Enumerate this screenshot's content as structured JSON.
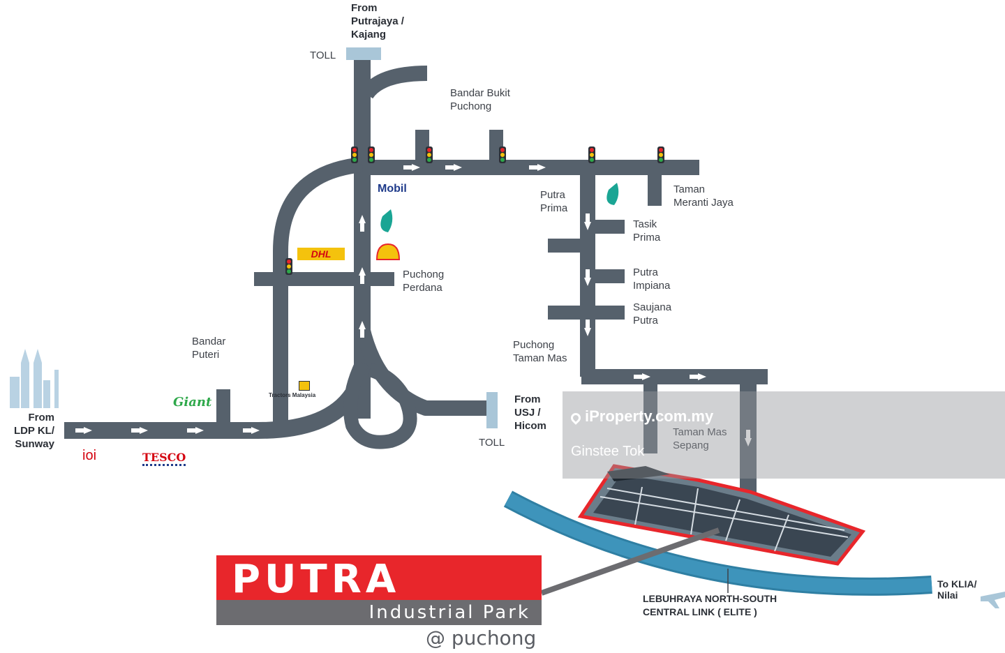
{
  "labels": {
    "from_north": "From\nPutrajaya /\nKajang",
    "toll_north": "TOLL",
    "bandar_bukit_puchong": "Bandar Bukit\nPuchong",
    "putra_prima": "Putra\nPrima",
    "taman_meranti_jaya": "Taman\nMeranti Jaya",
    "tasik_prima": "Tasik\nPrima",
    "putra_impiana": "Putra\nImpiana",
    "saujana_putra": "Saujana\nPutra",
    "puchong_perdana": "Puchong\nPerdana",
    "puchong_taman_mas": "Puchong\nTaman Mas",
    "bandar_puteri": "Bandar\nPuteri",
    "from_west": "From\nLDP KL/\nSunway",
    "from_usj": "From\nUSJ /\nHicom",
    "toll_east": "TOLL",
    "taman_mas_sepang": "Taman Mas\nSepang",
    "to_klia": "To KLIA/\nNilai",
    "expressway": "LEBUHRAYA NORTH-SOUTH\nCENTRAL LINK ( ELITE )"
  },
  "brands": {
    "mobil": "Mobil",
    "dhl": "DHL",
    "giant": "Giant",
    "tesco": "TESCO",
    "ioi": "ioi",
    "tractors": "Tractors Malaysia"
  },
  "logo": {
    "title": "PUTRA",
    "subtitle": "Industrial Park",
    "location": "@ puchong"
  },
  "watermark": {
    "site": "iProperty.com.my",
    "user": "Ginstee Tok"
  },
  "colors": {
    "road": "#56616c",
    "highway": "#2f7fa3",
    "accent": "#e8262b",
    "petronas": "#1aa594",
    "shell": "#f4c20d"
  }
}
